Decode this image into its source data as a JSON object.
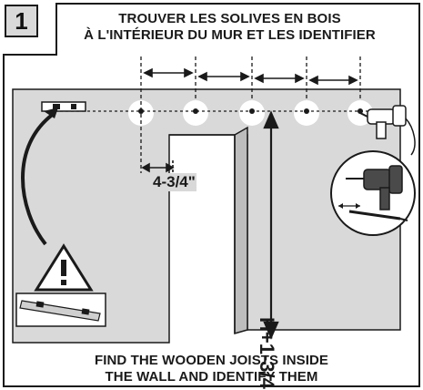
{
  "step_number": "1",
  "caption_fr_line1": "TROUVER LES SOLIVES EN BOIS",
  "caption_fr_line2": "À L'INTÉRIEUR DU MUR ET LES IDENTIFIER",
  "caption_en_line1": "FIND THE WOODEN JOISTS INSIDE",
  "caption_en_line2": "THE WALL AND IDENTIFY THEM",
  "joist_spacing_label": "4-3/4\"",
  "height_label": "H+1-3/4\"",
  "colors": {
    "wall": "#d9d9d9",
    "ink": "#1a1a1a",
    "background": "#ffffff"
  }
}
